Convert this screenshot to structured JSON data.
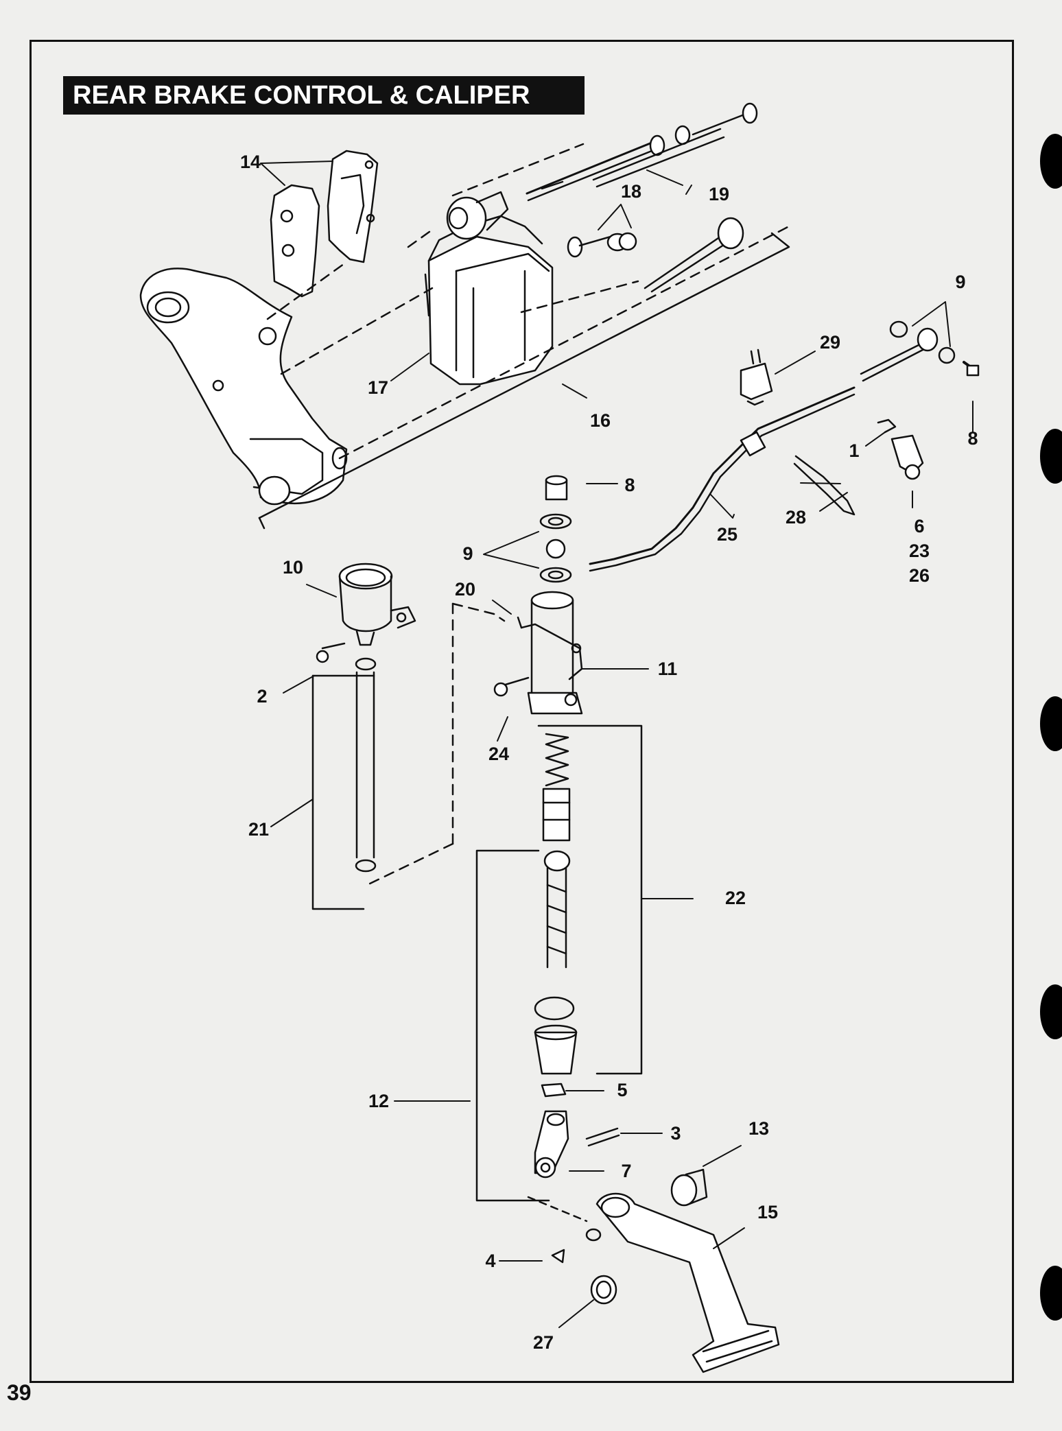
{
  "title": "REAR BRAKE CONTROL & CALIPER",
  "page_number": "39",
  "callouts": [
    "14",
    "19",
    "18",
    "9",
    "29",
    "8",
    "17",
    "16",
    "1",
    "8",
    "25",
    "28",
    "6",
    "23",
    "26",
    "10",
    "9",
    "20",
    "11",
    "2",
    "24",
    "21",
    "22",
    "5",
    "12",
    "3",
    "13",
    "7",
    "15",
    "4",
    "27"
  ]
}
